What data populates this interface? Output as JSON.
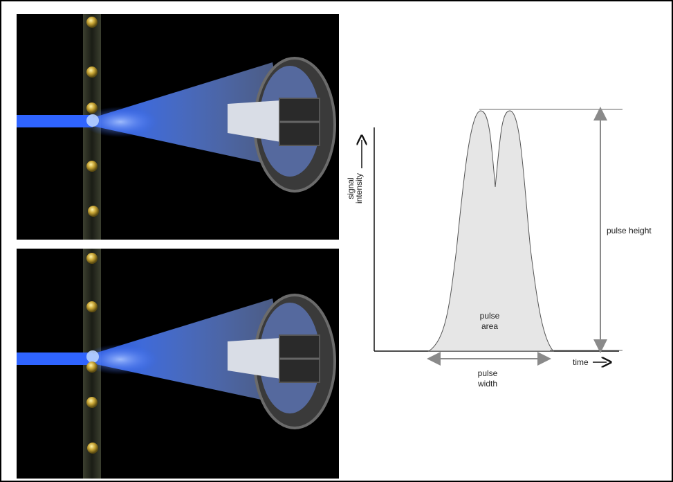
{
  "diagram": {
    "y_axis_label_line1": "signal",
    "y_axis_label_line2": "intensity",
    "x_axis_label": "time",
    "pulse_height_label": "pulse height",
    "pulse_area_line1": "pulse",
    "pulse_area_line2": "area",
    "pulse_width_line1": "pulse",
    "pulse_width_line2": "width"
  },
  "colors": {
    "background": "#000000",
    "laser_beam": "#2f64ff",
    "particle": "#b99a2c",
    "pulse_fill": "#e6e6e6",
    "arrow_gray": "#8a8a8a"
  },
  "panels": [
    {
      "name": "top-frame",
      "particles_in_beam": 1
    },
    {
      "name": "bottom-frame",
      "particles_in_beam": 2
    }
  ]
}
